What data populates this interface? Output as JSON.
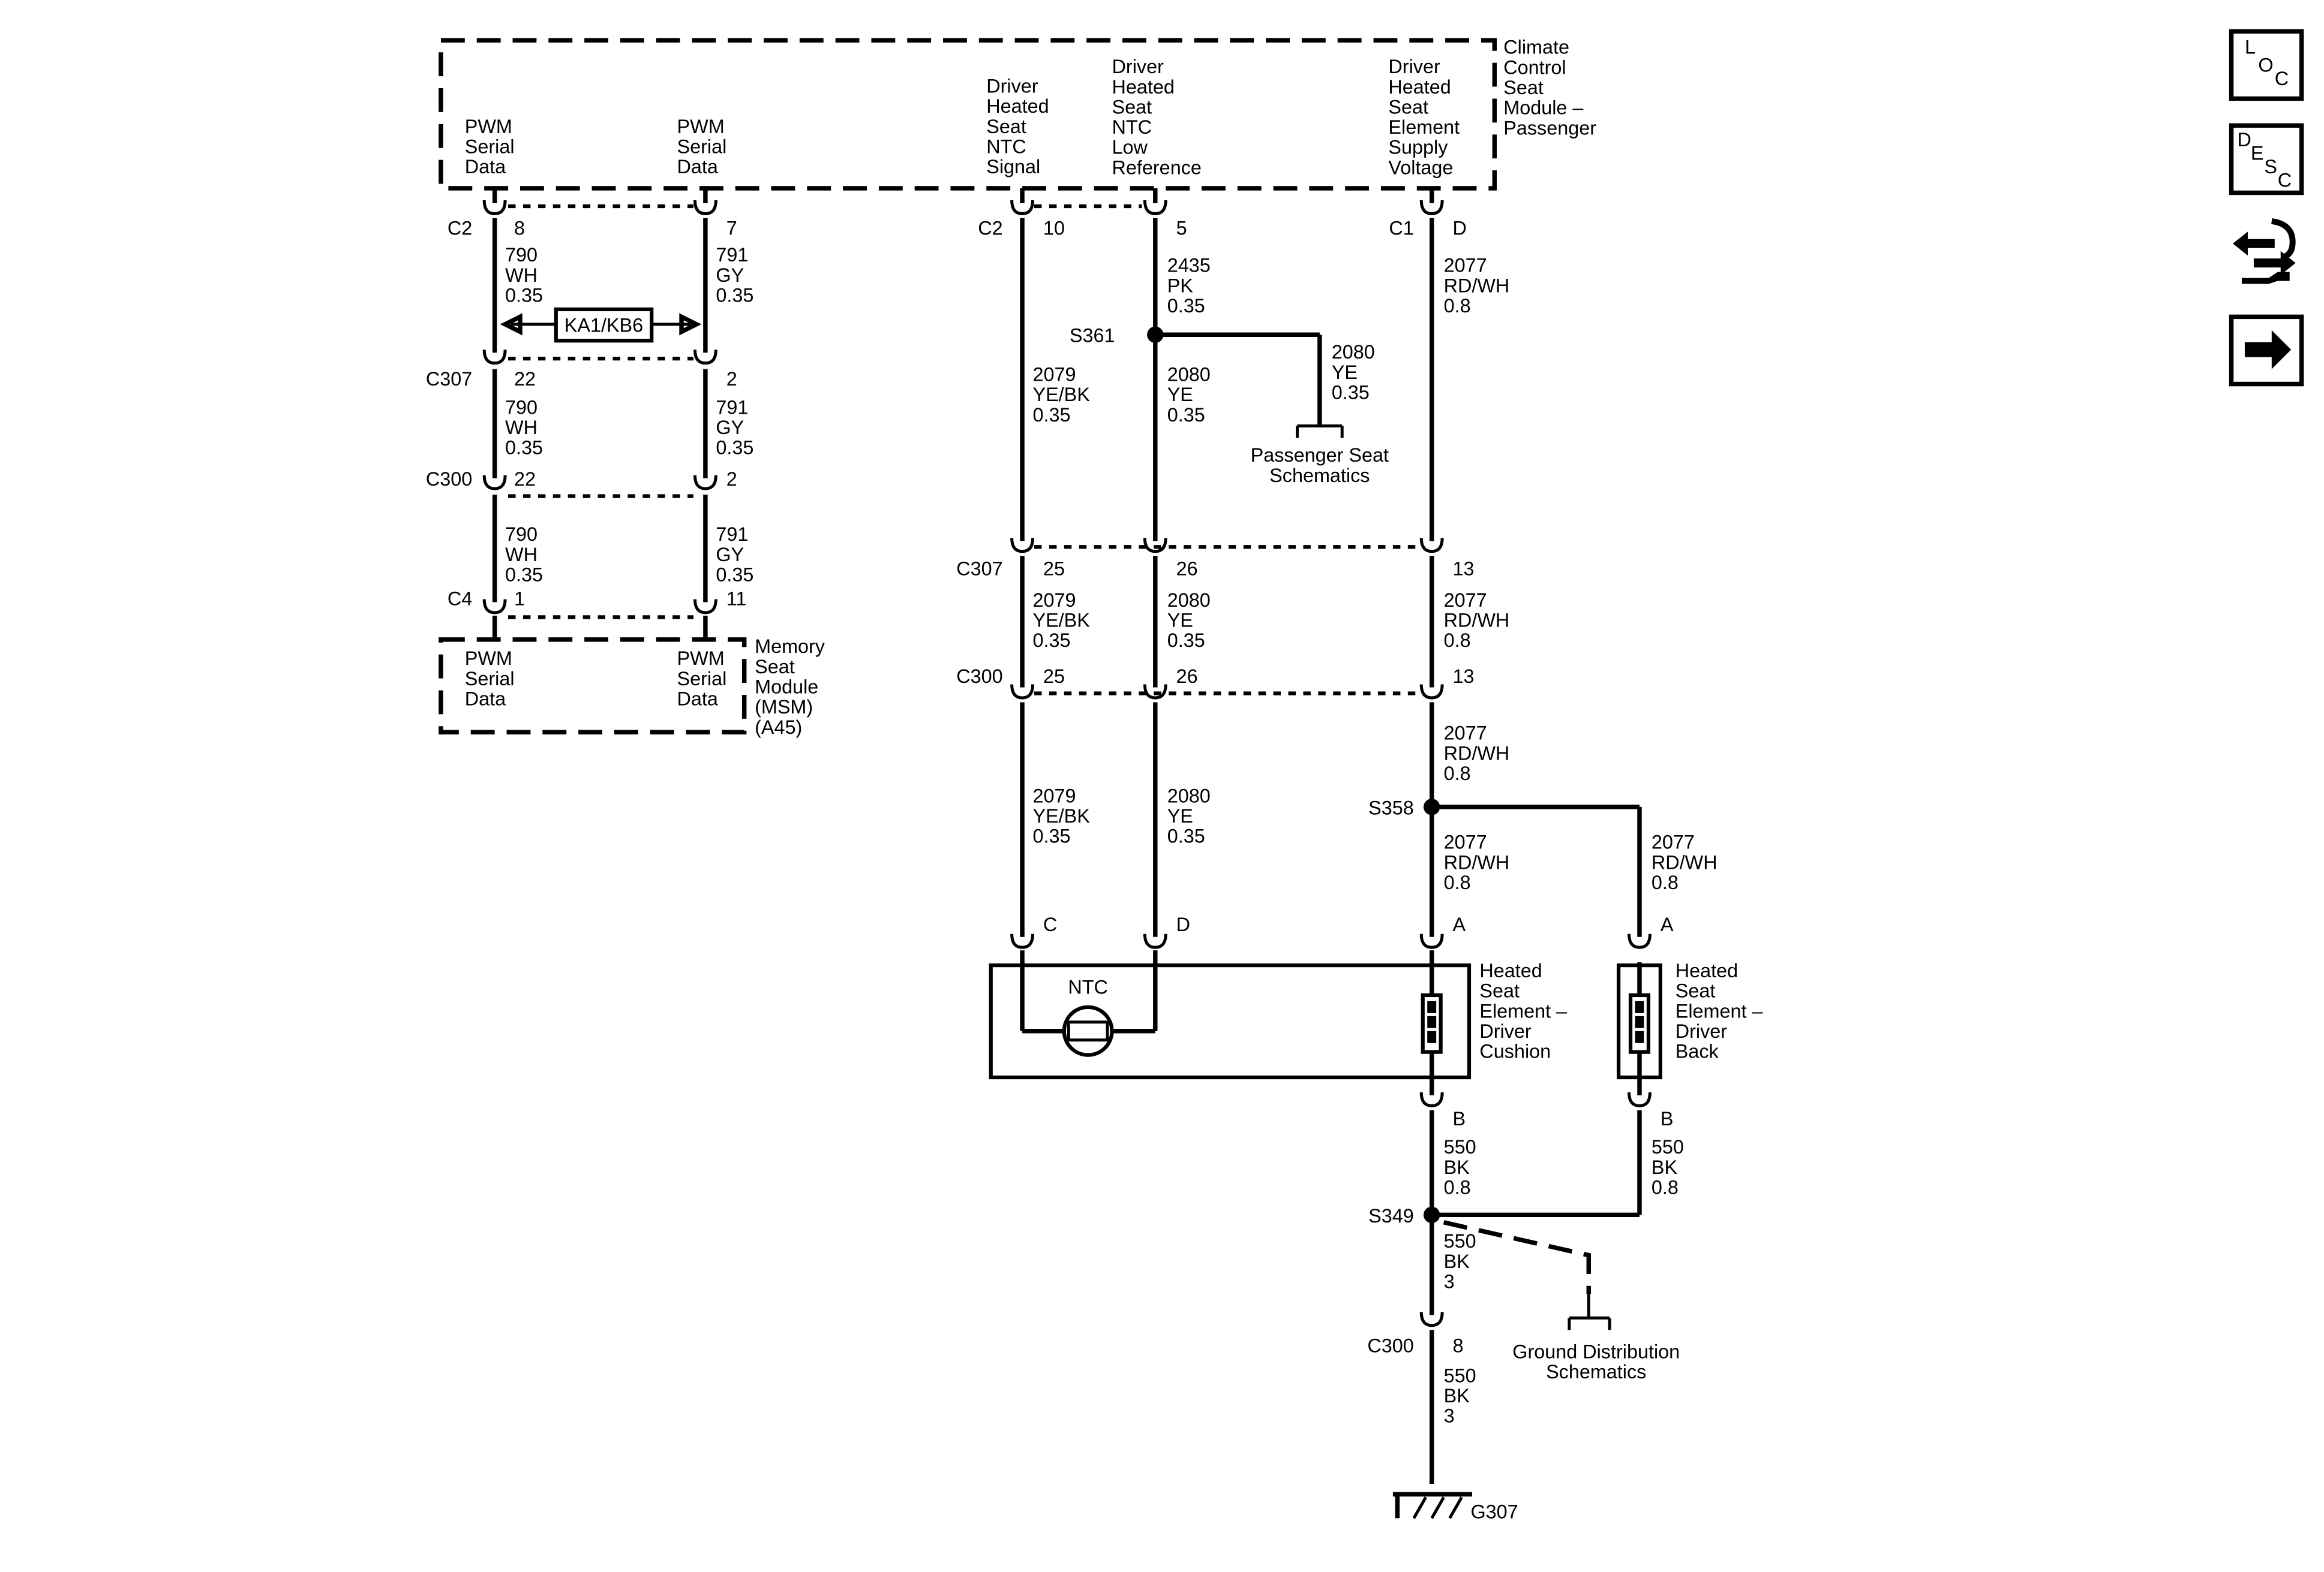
{
  "modules": {
    "climate": {
      "name": [
        "Climate",
        "Control",
        "Seat",
        "Module –",
        "Passenger"
      ]
    },
    "msm": {
      "name": [
        "Memory",
        "Seat",
        "Module",
        "(MSM)",
        "(A45)"
      ]
    }
  },
  "pins": {
    "pwm_a": [
      "PWM",
      "Serial",
      "Data"
    ],
    "pwm_b": [
      "PWM",
      "Serial",
      "Data"
    ],
    "ntc_signal": [
      "Driver",
      "Heated",
      "Seat",
      "NTC",
      "Signal"
    ],
    "ntc_low_ref": [
      "Driver",
      "Heated",
      "Seat",
      "NTC",
      "Low",
      "Reference"
    ],
    "element_supply": [
      "Driver",
      "Heated",
      "Seat",
      "Element",
      "Supply",
      "Voltage"
    ],
    "msm_pwm_a": [
      "PWM",
      "Serial",
      "Data"
    ],
    "msm_pwm_b": [
      "PWM",
      "Serial",
      "Data"
    ]
  },
  "connectors": {
    "c2": "C2",
    "c1": "C1",
    "c307": "C307",
    "c300": "C300",
    "c4": "C4"
  },
  "pin_numbers": {
    "c2_790": "8",
    "c2_791": "7",
    "c2_2079": "10",
    "c2_2435": "5",
    "c1_2077": "D",
    "c307_790": "22",
    "c307_791": "2",
    "c300_790": "22",
    "c300_791": "2",
    "c4_790": "1",
    "c4_791": "11",
    "c307_2079": "25",
    "c307_2080": "26",
    "c307_2077": "13",
    "c300_2079": "25",
    "c300_2080": "26",
    "c300_2077": "13",
    "ntc_c": "C",
    "ntc_d": "D",
    "cushion_a": "A",
    "back_a": "A",
    "cushion_b": "B",
    "back_b": "B",
    "c300_550": "8"
  },
  "wires": {
    "w790_1": [
      "790",
      "WH",
      "0.35"
    ],
    "w791_1": [
      "791",
      "GY",
      "0.35"
    ],
    "w790_2": [
      "790",
      "WH",
      "0.35"
    ],
    "w791_2": [
      "791",
      "GY",
      "0.35"
    ],
    "w790_3": [
      "790",
      "WH",
      "0.35"
    ],
    "w791_3": [
      "791",
      "GY",
      "0.35"
    ],
    "w2435": [
      "2435",
      "PK",
      "0.35"
    ],
    "w2077_1": [
      "2077",
      "RD/WH",
      "0.8"
    ],
    "w2080_ps": [
      "2080",
      "YE",
      "0.35"
    ],
    "w2079_1": [
      "2079",
      "YE/BK",
      "0.35"
    ],
    "w2080_1": [
      "2080",
      "YE",
      "0.35"
    ],
    "w2079_2": [
      "2079",
      "YE/BK",
      "0.35"
    ],
    "w2080_2": [
      "2080",
      "YE",
      "0.35"
    ],
    "w2077_2": [
      "2077",
      "RD/WH",
      "0.8"
    ],
    "w2077_3": [
      "2077",
      "RD/WH",
      "0.8"
    ],
    "w2079_3": [
      "2079",
      "YE/BK",
      "0.35"
    ],
    "w2080_3": [
      "2080",
      "YE",
      "0.35"
    ],
    "w2077_4": [
      "2077",
      "RD/WH",
      "0.8"
    ],
    "w2077_5": [
      "2077",
      "RD/WH",
      "0.8"
    ],
    "w550_1": [
      "550",
      "BK",
      "0.8"
    ],
    "w550_2": [
      "550",
      "BK",
      "0.8"
    ],
    "w550_3": [
      "550",
      "BK",
      "3"
    ],
    "w550_4": [
      "550",
      "BK",
      "3"
    ]
  },
  "splices": {
    "s361": "S361",
    "s358": "S358",
    "s349": "S349"
  },
  "option_label": "KA1/KB6",
  "ntc_label": "NTC",
  "elements": {
    "cushion": [
      "Heated",
      "Seat",
      "Element –",
      "Driver",
      "Cushion"
    ],
    "back": [
      "Heated",
      "Seat",
      "Element –",
      "Driver",
      "Back"
    ]
  },
  "refs": {
    "passenger": [
      "Passenger Seat",
      "Schematics"
    ],
    "ground": [
      "Ground Distribution",
      "Schematics"
    ]
  },
  "ground_label": "G307",
  "nav_icons": [
    "loc-icon",
    "desc-icon",
    "diagnostic-tool-icon",
    "next-arrow-icon"
  ],
  "nav_text": {
    "loc": [
      "L",
      "O",
      "C"
    ],
    "desc": [
      "D",
      "E",
      "S",
      "C"
    ]
  }
}
